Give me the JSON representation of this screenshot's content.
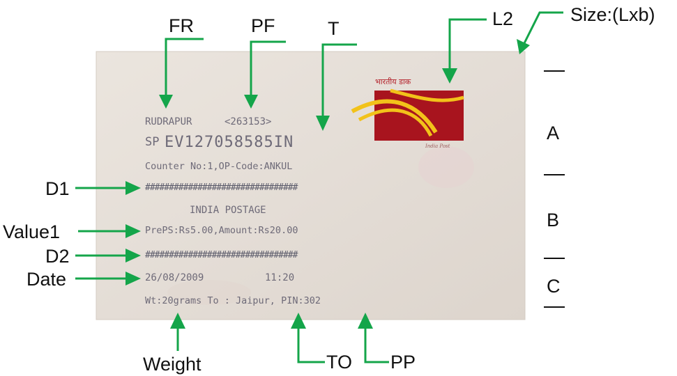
{
  "labels": {
    "fr": "FR",
    "pf": "PF",
    "t": "T",
    "l2": "L2",
    "size": "Size:(Lxb)",
    "a": "A",
    "b": "B",
    "c": "C",
    "d1": "D1",
    "value1": "Value1",
    "d2": "D2",
    "date": "Date",
    "weight": "Weight",
    "to": "TO",
    "pp": "PP"
  },
  "stamp": {
    "line1_city": "RUDRAPUR",
    "line1_pin": "<263153>",
    "line2_prefix": "SP",
    "line2_tracking": "EV127058585IN",
    "line3": "Counter No:1,OP-Code:ANKUL",
    "barcode1": "################################",
    "line5": "INDIA POSTAGE",
    "line6": "PrePS:Rs5.00,Amount:Rs20.00",
    "barcode2": "################################",
    "line8_date": "26/08/2009",
    "line8_time": "11:20",
    "line9": "Wt:20grams  To : Jaipur, PIN:302"
  },
  "logo": {
    "hindi_text": "भारतीय डाक",
    "english_text": "India Post",
    "color_red": "#a8141e",
    "color_yellow": "#f2c21a"
  },
  "colors": {
    "arrow_green": "#14a54a",
    "label_text": "#111111",
    "paper": "#e6dfd8"
  }
}
